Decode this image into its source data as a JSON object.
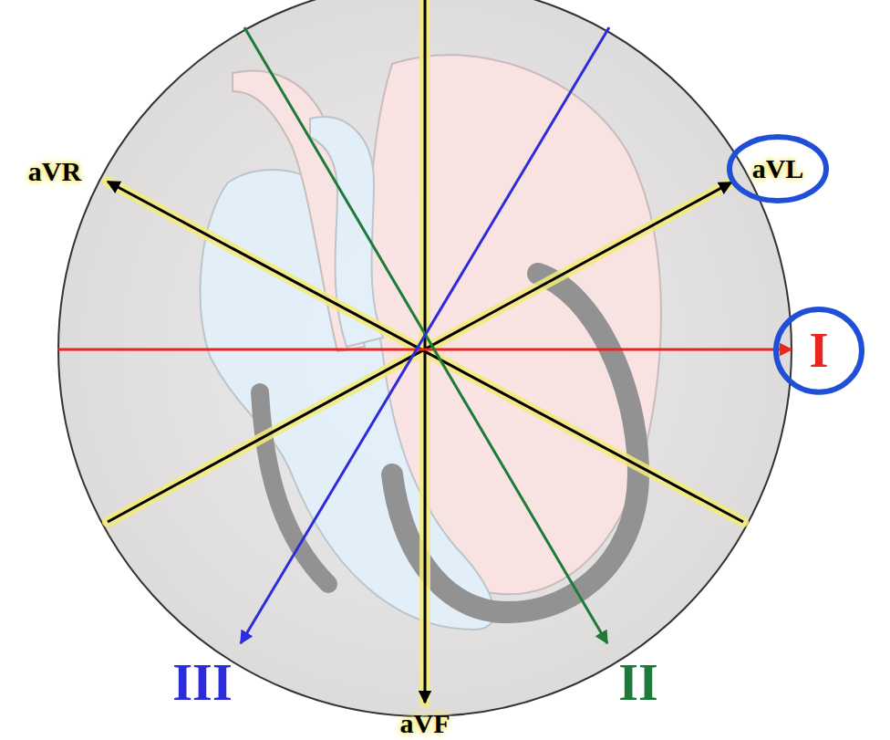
{
  "diagram": {
    "nodes": [
      {
        "text": [
          "aVL"
        ]
      },
      {
        "text": [
          "I"
        ]
      }
    ],
    "labels": [
      "aVR",
      "III",
      "aVF",
      "II"
    ]
  }
}
